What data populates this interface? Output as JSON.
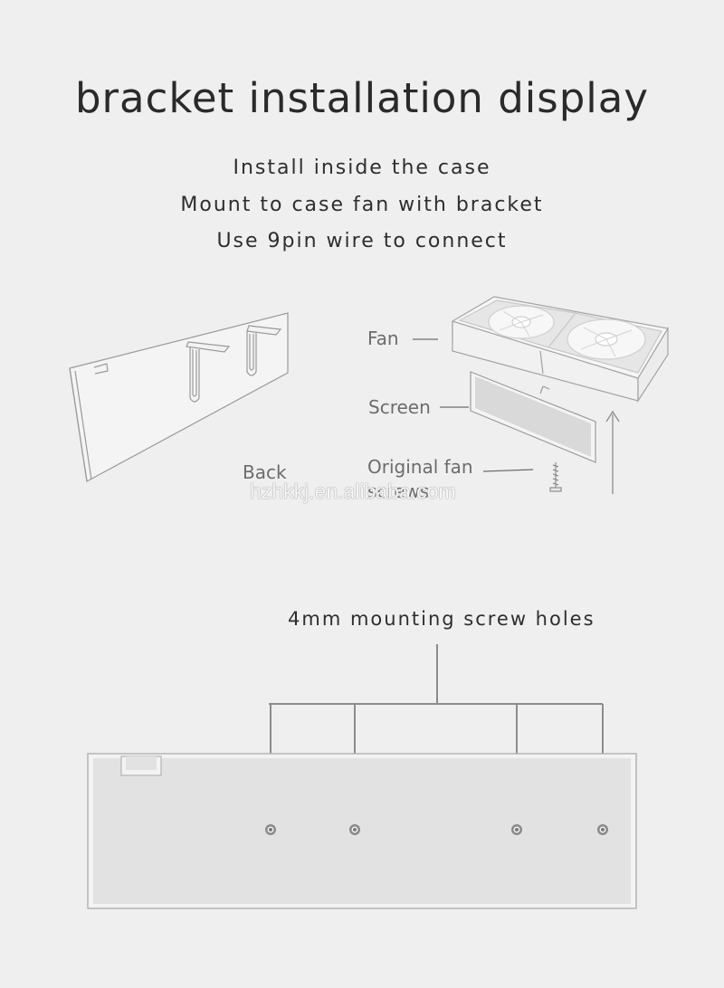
{
  "header": {
    "title": "bracket installation display",
    "lines": [
      "Install inside the case",
      "Mount to case fan with bracket",
      "Use 9pin wire to connect"
    ]
  },
  "diagram": {
    "labels": {
      "fan": "Fan",
      "screen": "Screen",
      "screws_line1": "Original fan",
      "screws_line2": "screws",
      "back": "Back"
    },
    "watermark": "hzhkkj.en.alibaba.com",
    "holes_label": "4mm mounting screw holes"
  },
  "colors": {
    "background": "#efeff0",
    "line": "#8c8c8c",
    "panel_fill": "#e3e3e3"
  }
}
